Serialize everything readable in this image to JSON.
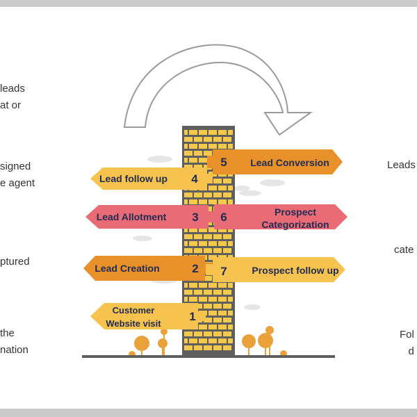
{
  "left_notes": [
    "leads\nat or",
    "signed\ne agent",
    "ptured",
    "the\nnation"
  ],
  "right_notes": [
    "Leads",
    "cate",
    "Fol\nd"
  ],
  "arrows": [
    {
      "step": "1",
      "label": [
        "Customer",
        "Website visit"
      ],
      "color": "#f6c44e",
      "text_color": "#222c52"
    },
    {
      "step": "2",
      "label": [
        "Lead Creation"
      ],
      "color": "#e8902a",
      "text_color": "#222c52"
    },
    {
      "step": "3",
      "label": [
        "Lead Allotment"
      ],
      "color": "#e96b75",
      "text_color": "#222c52"
    },
    {
      "step": "4",
      "label": [
        "Lead follow up"
      ],
      "color": "#f6c44e",
      "text_color": "#222c52"
    },
    {
      "step": "5",
      "label": [
        "Lead Conversion"
      ],
      "color": "#e8902a",
      "text_color": "#222c52"
    },
    {
      "step": "6",
      "label": [
        "Prospect",
        "Categorization"
      ],
      "color": "#e96b75",
      "text_color": "#222c52"
    },
    {
      "step": "7",
      "label": [
        "Prospect follow up"
      ],
      "color": "#f6c44e",
      "text_color": "#222c52"
    }
  ],
  "colors": {
    "building": "#5f5f5f",
    "windows": "#f5c94b",
    "trees": "#eba13a",
    "curved_arrow": "#9a9a9a"
  }
}
